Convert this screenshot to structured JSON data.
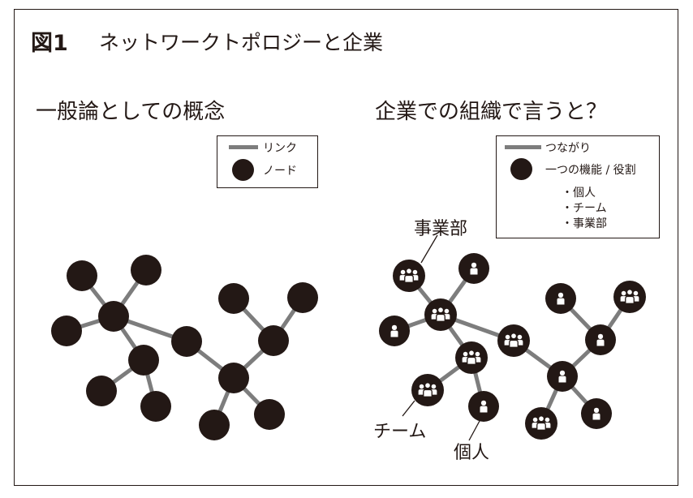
{
  "figure": {
    "label": "図1",
    "title": "ネットワークトポロジーと企業"
  },
  "left_panel": {
    "heading": "一般論としての概念",
    "legend": {
      "line_label": "リンク",
      "node_label": "ノード"
    }
  },
  "right_panel": {
    "heading": "企業での組織で言うと？",
    "legend": {
      "line_label": "つながり",
      "node_label": "一つの機能 / 役割",
      "items": [
        "・個人",
        "・チーム",
        "・事業部"
      ]
    },
    "callouts": {
      "division": "事業部",
      "team": "チーム",
      "individual": "個人"
    }
  },
  "colors": {
    "node": "#231815",
    "link": "#7d7d7d",
    "icon": "#ffffff"
  },
  "icons": {
    "group": "group-icon",
    "person": "person-icon"
  }
}
